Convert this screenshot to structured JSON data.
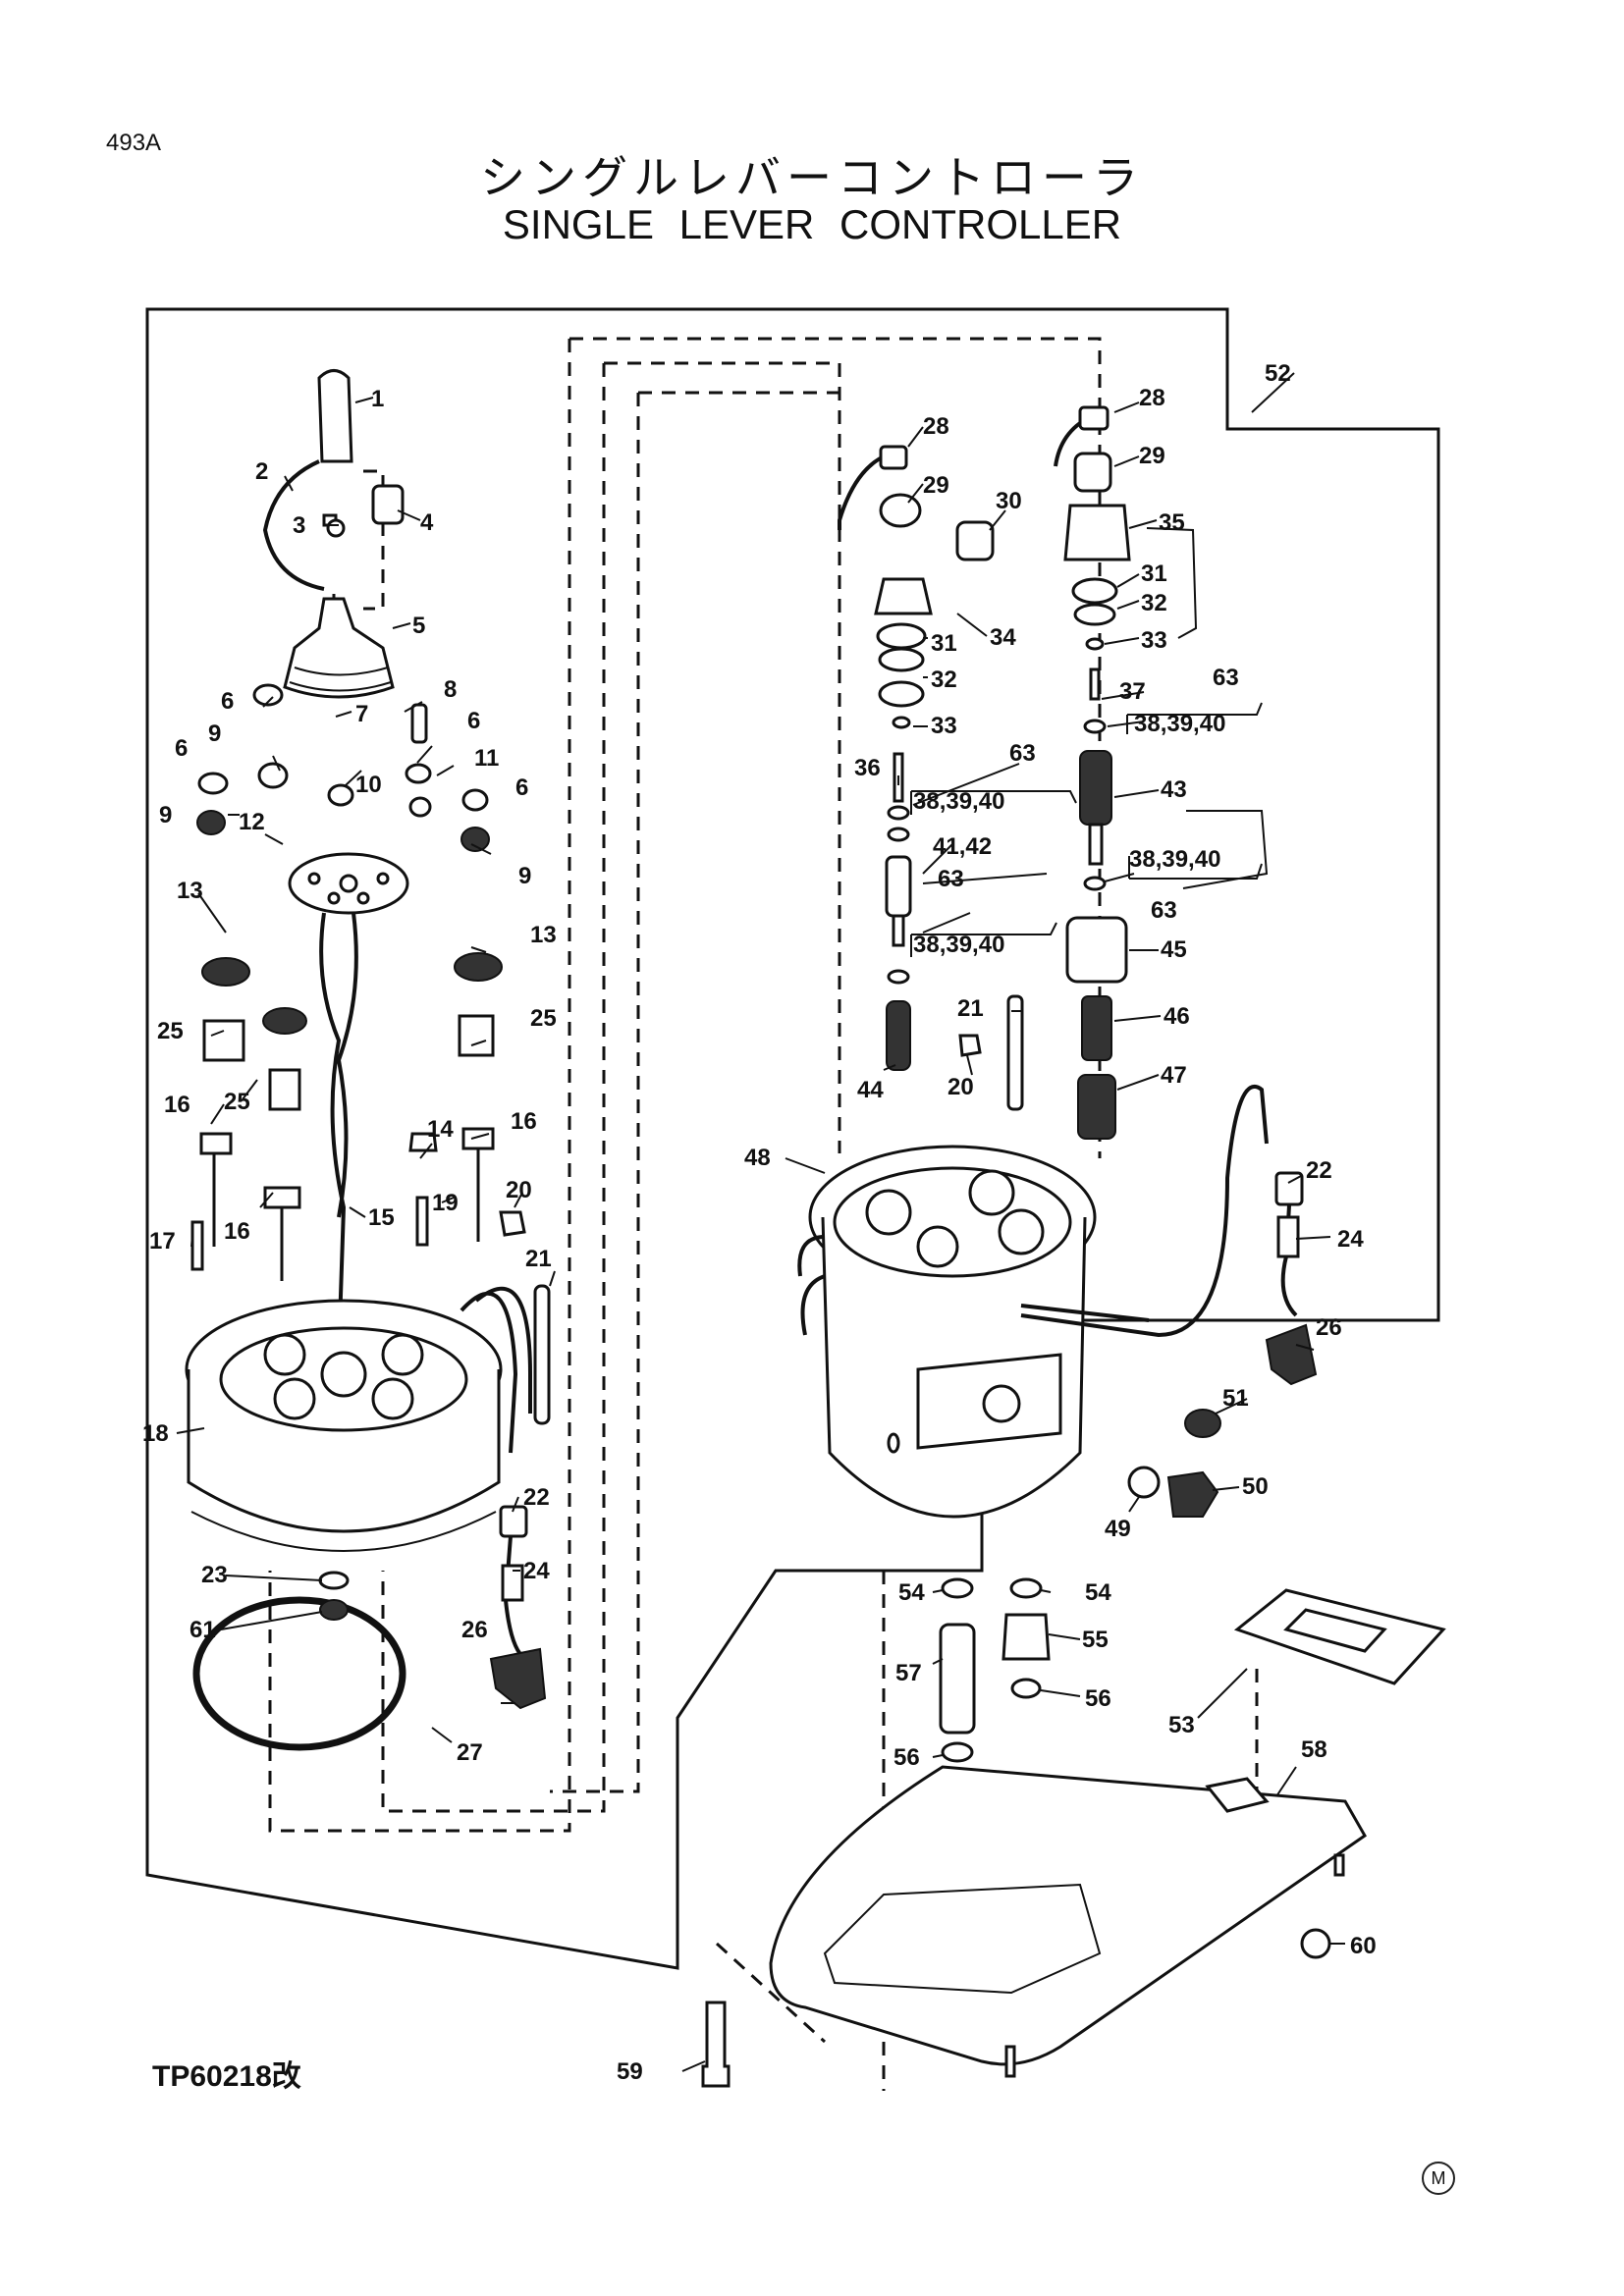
{
  "header": {
    "page_code": "493A",
    "title_jp": "シングルレバーコントローラ",
    "title_en": "SINGLE LEVER CONTROLLER"
  },
  "footer": {
    "figure_code": "TP60218改",
    "corner_mark": "M"
  },
  "callouts": [
    {
      "id": "c-1",
      "text": "1"
    },
    {
      "id": "c-2",
      "text": "2"
    },
    {
      "id": "c-3",
      "text": "3"
    },
    {
      "id": "c-4",
      "text": "4"
    },
    {
      "id": "c-5",
      "text": "5"
    },
    {
      "id": "c-6a",
      "text": "6"
    },
    {
      "id": "c-6b",
      "text": "6"
    },
    {
      "id": "c-6c",
      "text": "6"
    },
    {
      "id": "c-6d",
      "text": "6"
    },
    {
      "id": "c-7",
      "text": "7"
    },
    {
      "id": "c-8",
      "text": "8"
    },
    {
      "id": "c-9a",
      "text": "9"
    },
    {
      "id": "c-9b",
      "text": "9"
    },
    {
      "id": "c-9c",
      "text": "9"
    },
    {
      "id": "c-10",
      "text": "10"
    },
    {
      "id": "c-11",
      "text": "11"
    },
    {
      "id": "c-12",
      "text": "12"
    },
    {
      "id": "c-13a",
      "text": "13"
    },
    {
      "id": "c-13b",
      "text": "13"
    },
    {
      "id": "c-25a",
      "text": "25"
    },
    {
      "id": "c-25b",
      "text": "25"
    },
    {
      "id": "c-25c",
      "text": "25"
    },
    {
      "id": "c-16a",
      "text": "16"
    },
    {
      "id": "c-16b",
      "text": "16"
    },
    {
      "id": "c-16c",
      "text": "16"
    },
    {
      "id": "c-14",
      "text": "14"
    },
    {
      "id": "c-15",
      "text": "15"
    },
    {
      "id": "c-17",
      "text": "17"
    },
    {
      "id": "c-19",
      "text": "19"
    },
    {
      "id": "c-20a",
      "text": "20"
    },
    {
      "id": "c-21a",
      "text": "21"
    },
    {
      "id": "c-18",
      "text": "18"
    },
    {
      "id": "c-22a",
      "text": "22"
    },
    {
      "id": "c-24a",
      "text": "24"
    },
    {
      "id": "c-23",
      "text": "23"
    },
    {
      "id": "c-61",
      "text": "61"
    },
    {
      "id": "c-26a",
      "text": "26"
    },
    {
      "id": "c-27",
      "text": "27"
    },
    {
      "id": "c-28a",
      "text": "28"
    },
    {
      "id": "c-29a",
      "text": "29"
    },
    {
      "id": "c-30",
      "text": "30"
    },
    {
      "id": "c-34",
      "text": "34"
    },
    {
      "id": "c-31a",
      "text": "31"
    },
    {
      "id": "c-32a",
      "text": "32"
    },
    {
      "id": "c-33a",
      "text": "33"
    },
    {
      "id": "c-36",
      "text": "36"
    },
    {
      "id": "c-63a",
      "text": "63"
    },
    {
      "id": "c-383940a",
      "text": "38,39,40"
    },
    {
      "id": "c-4142",
      "text": "41,42"
    },
    {
      "id": "c-63b",
      "text": "63"
    },
    {
      "id": "c-383940b",
      "text": "38,39,40"
    },
    {
      "id": "c-21b",
      "text": "21"
    },
    {
      "id": "c-44",
      "text": "44"
    },
    {
      "id": "c-20b",
      "text": "20"
    },
    {
      "id": "c-48",
      "text": "48"
    },
    {
      "id": "c-28b",
      "text": "28"
    },
    {
      "id": "c-29b",
      "text": "29"
    },
    {
      "id": "c-35",
      "text": "35"
    },
    {
      "id": "c-31b",
      "text": "31"
    },
    {
      "id": "c-32b",
      "text": "32"
    },
    {
      "id": "c-33b",
      "text": "33"
    },
    {
      "id": "c-37",
      "text": "37"
    },
    {
      "id": "c-63c",
      "text": "63"
    },
    {
      "id": "c-383940c",
      "text": "38,39,40"
    },
    {
      "id": "c-43",
      "text": "43"
    },
    {
      "id": "c-383940d",
      "text": "38,39,40"
    },
    {
      "id": "c-63d",
      "text": "63"
    },
    {
      "id": "c-45",
      "text": "45"
    },
    {
      "id": "c-46",
      "text": "46"
    },
    {
      "id": "c-47",
      "text": "47"
    },
    {
      "id": "c-52",
      "text": "52"
    },
    {
      "id": "c-22b",
      "text": "22"
    },
    {
      "id": "c-24b",
      "text": "24"
    },
    {
      "id": "c-26b",
      "text": "26"
    },
    {
      "id": "c-51",
      "text": "51"
    },
    {
      "id": "c-50",
      "text": "50"
    },
    {
      "id": "c-49",
      "text": "49"
    },
    {
      "id": "c-54a",
      "text": "54"
    },
    {
      "id": "c-54b",
      "text": "54"
    },
    {
      "id": "c-55",
      "text": "55"
    },
    {
      "id": "c-57",
      "text": "57"
    },
    {
      "id": "c-56a",
      "text": "56"
    },
    {
      "id": "c-56b",
      "text": "56"
    },
    {
      "id": "c-53",
      "text": "53"
    },
    {
      "id": "c-58",
      "text": "58"
    },
    {
      "id": "c-60",
      "text": "60"
    },
    {
      "id": "c-59",
      "text": "59"
    }
  ]
}
